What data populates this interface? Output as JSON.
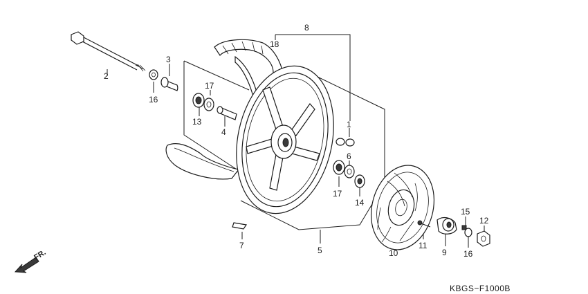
{
  "diagram": {
    "code": "KBGS−F1000B",
    "direction_label": "FR.",
    "callouts": [
      "1",
      "2",
      "3",
      "4",
      "5",
      "6",
      "7",
      "8",
      "9",
      "10",
      "11",
      "12",
      "13",
      "14",
      "15",
      "16",
      "16",
      "17",
      "17",
      "18"
    ]
  }
}
